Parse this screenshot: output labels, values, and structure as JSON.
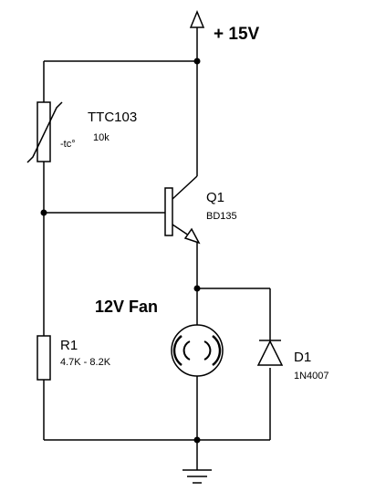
{
  "supply": {
    "label": "+ 15V"
  },
  "thermistor": {
    "ref": "TTC103",
    "value": "10k",
    "tc_label": "-tc°"
  },
  "transistor": {
    "ref": "Q1",
    "value": "BD135"
  },
  "fan": {
    "label": "12V Fan"
  },
  "resistor": {
    "ref": "R1",
    "value": "4.7K - 8.2K"
  },
  "diode": {
    "ref": "D1",
    "value": "1N4007"
  },
  "colors": {
    "ink": "#000000",
    "background": "#ffffff"
  }
}
